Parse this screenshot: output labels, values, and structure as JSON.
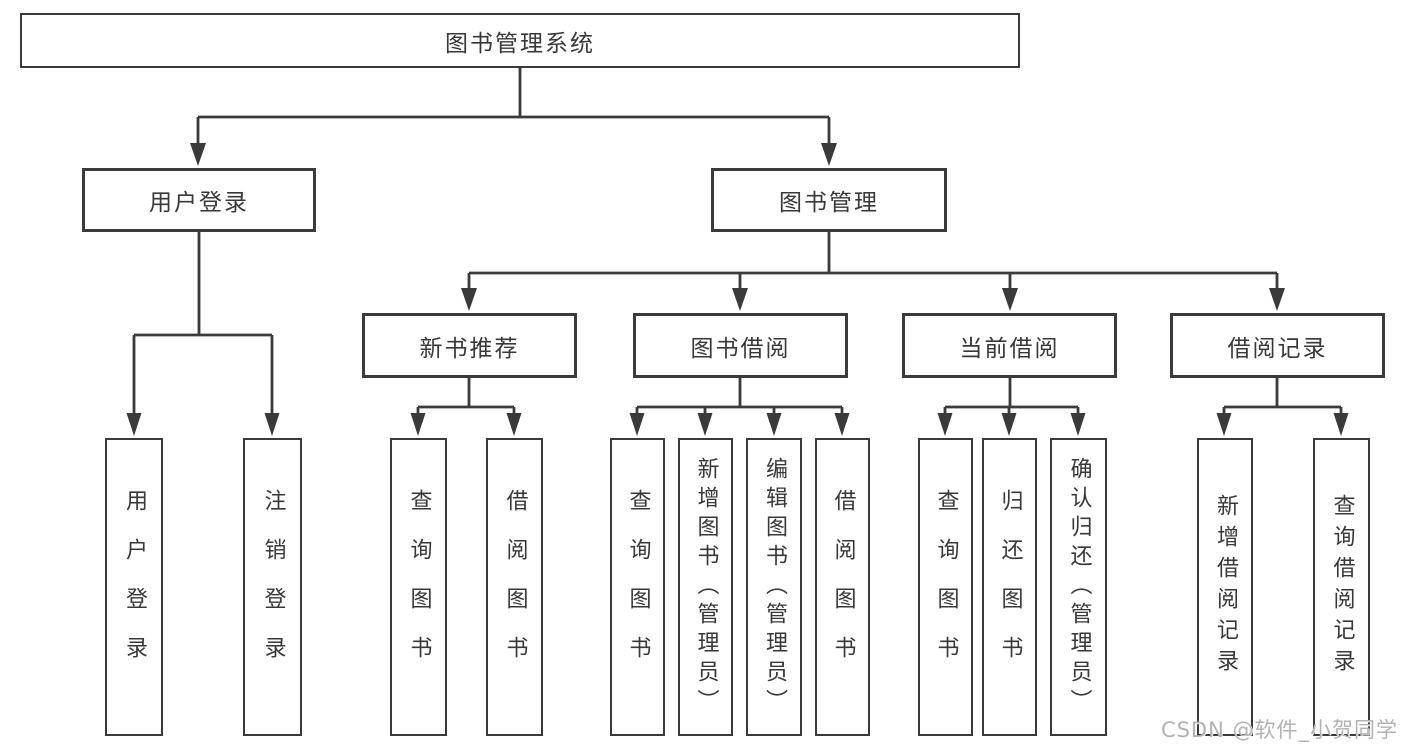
{
  "colors": {
    "line": "#3a3a3a",
    "box_border": "#3a3a3a",
    "text": "#383838",
    "watermark": "#b2b2b2",
    "background": "#ffffff"
  },
  "watermark": {
    "text": "CSDN @软件_小贺同学"
  },
  "tree": {
    "label": "图书管理系统",
    "children": [
      {
        "label": "用户登录",
        "children": [
          {
            "label": "用户登录"
          },
          {
            "label": "注销登录"
          }
        ]
      },
      {
        "label": "图书管理",
        "children": [
          {
            "label": "新书推荐",
            "children": [
              {
                "label": "查询图书"
              },
              {
                "label": "借阅图书"
              }
            ]
          },
          {
            "label": "图书借阅",
            "children": [
              {
                "label": "查询图书"
              },
              {
                "label": "新增图书（管理员）"
              },
              {
                "label": "编辑图书（管理员）"
              },
              {
                "label": "借阅图书"
              }
            ]
          },
          {
            "label": "当前借阅",
            "children": [
              {
                "label": "查询图书"
              },
              {
                "label": "归还图书"
              },
              {
                "label": "确认归还（管理员）"
              }
            ]
          },
          {
            "label": "借阅记录",
            "children": [
              {
                "label": "新增借阅记录"
              },
              {
                "label": "查询借阅记录"
              }
            ]
          }
        ]
      }
    ]
  }
}
